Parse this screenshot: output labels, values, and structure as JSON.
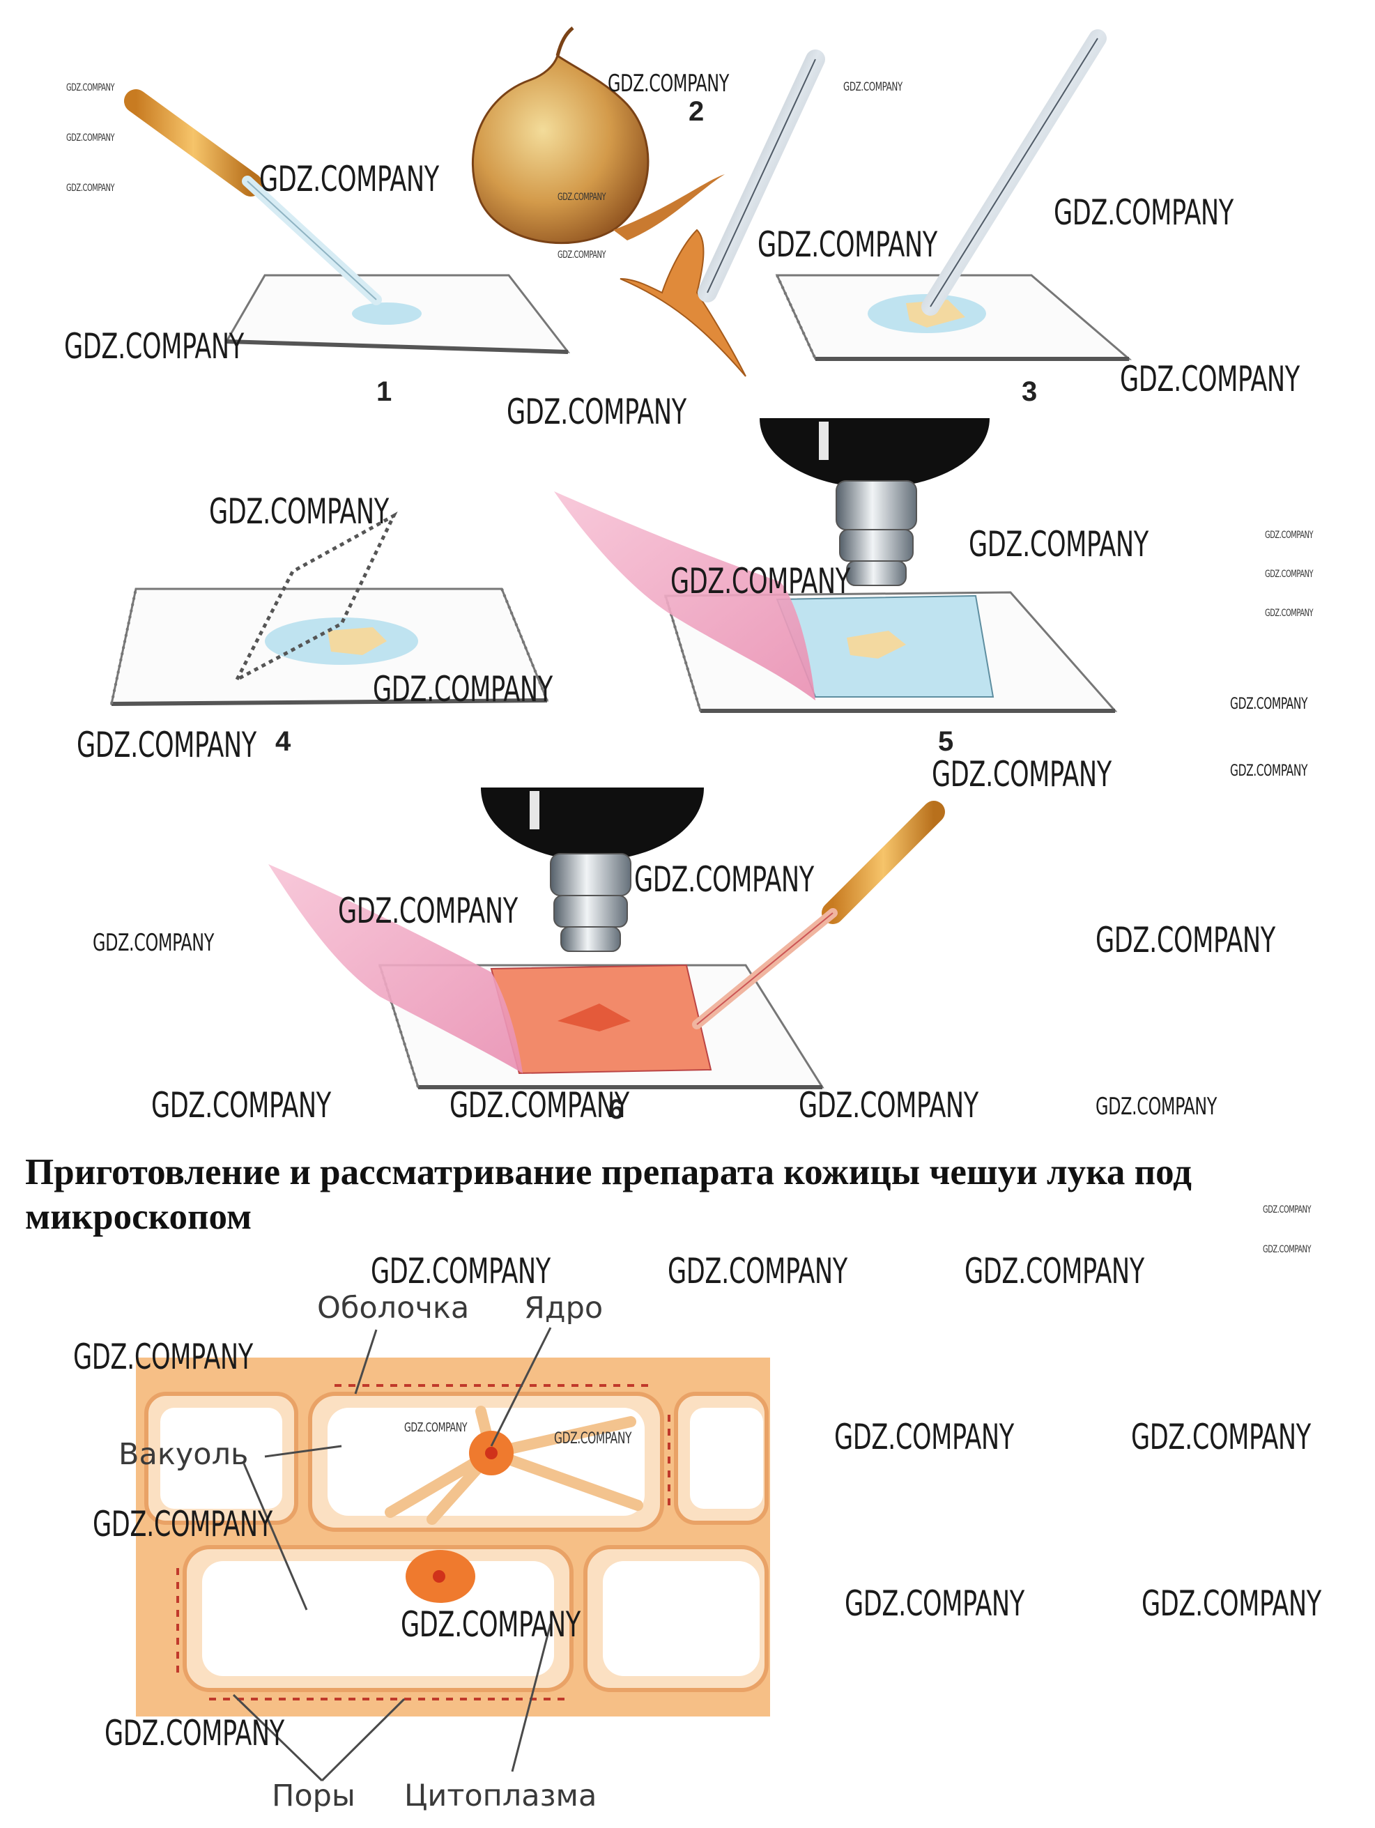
{
  "caption": "Приготовление и рассматривание препарата кожицы чешуи лука под микроскопом",
  "steps": [
    "1",
    "2",
    "3",
    "4",
    "5",
    "6"
  ],
  "cell_labels": {
    "membrane": "Оболочка",
    "nucleus": "Ядро",
    "vacuole": "Вакуоль",
    "pores": "Поры",
    "cytoplasm": "Цитоплазма"
  },
  "watermark": "GDZ.COMPANY",
  "colors": {
    "cell_wall": "#f2b77a",
    "nucleus": "#ef5a1e",
    "water_drop": "#bfe3f0",
    "iodine_stain": "#f28a6a",
    "filter_paper": "#f4a9c3",
    "onion": "#c98a3a",
    "pipette_bulb": "#e0a040"
  }
}
